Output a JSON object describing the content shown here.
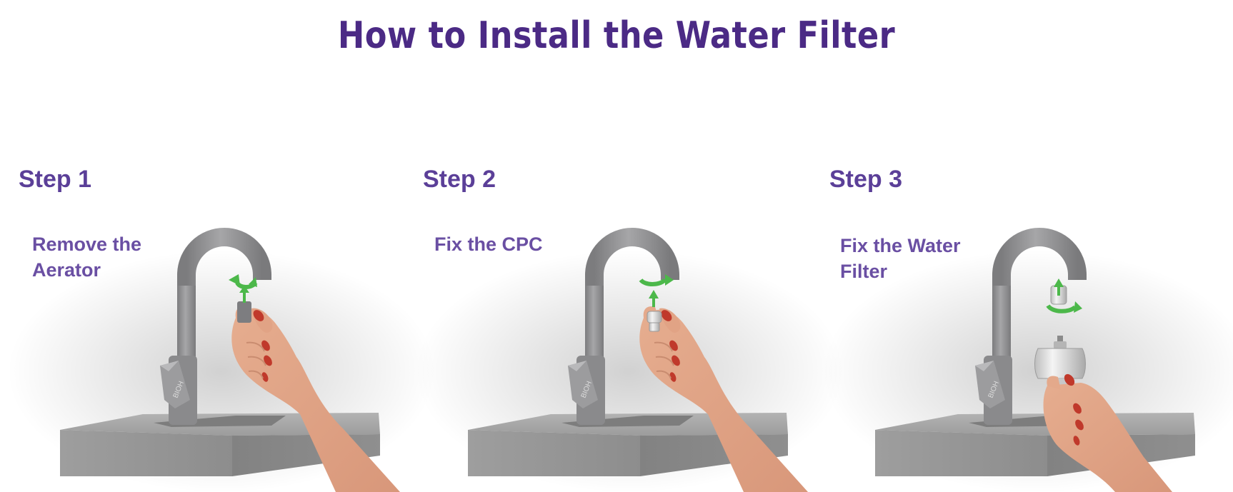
{
  "title": "How to Install the Water Filter",
  "steps": [
    {
      "heading": "Step 1",
      "caption": [
        "Remove the",
        "Aerator"
      ]
    },
    {
      "heading": "Step 2",
      "caption": [
        "Fix the CPC"
      ]
    },
    {
      "heading": "Step 3",
      "caption": [
        "Fix the Water",
        "Filter"
      ]
    }
  ],
  "colors": {
    "title": "#4b2a85",
    "heading": "#5b3f98",
    "caption": "#6a4fa3",
    "arrow": "#4cb84a",
    "faucet": "#8e8e90",
    "sink": "#9a9a9a",
    "skin": "#e0a384",
    "nail": "#c0392b"
  },
  "icons": [
    "rotate-arrow-icon",
    "up-arrow-icon"
  ]
}
